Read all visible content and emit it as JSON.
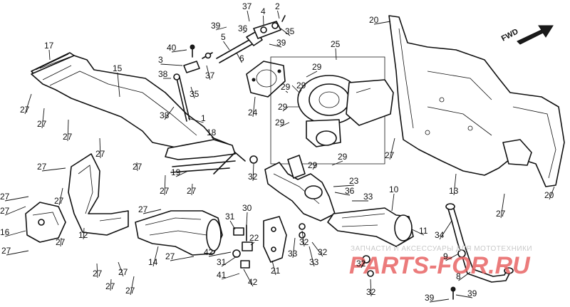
{
  "fwd_label": "FWD",
  "watermark": {
    "line1": "ЗАПЧАСТИ И АКСЕССУАРЫ ДЛЯ МОТОТЕХНИКИ",
    "line2": "PARTS-FOR.RU",
    "color": "#e86464"
  },
  "callouts": [
    {
      "id": "c37a",
      "text": "37"
    },
    {
      "id": "c4",
      "text": "4"
    },
    {
      "id": "c2",
      "text": "2"
    },
    {
      "id": "c39a",
      "text": "39"
    },
    {
      "id": "c36a",
      "text": "36"
    },
    {
      "id": "c35a",
      "text": "35"
    },
    {
      "id": "c5",
      "text": "5"
    },
    {
      "id": "c39b",
      "text": "39"
    },
    {
      "id": "c6",
      "text": "6"
    },
    {
      "id": "c40",
      "text": "40"
    },
    {
      "id": "c3",
      "text": "3"
    },
    {
      "id": "c37b",
      "text": "37"
    },
    {
      "id": "c38a",
      "text": "38"
    },
    {
      "id": "c35b",
      "text": "35"
    },
    {
      "id": "c38b",
      "text": "38"
    },
    {
      "id": "c1",
      "text": "1"
    },
    {
      "id": "c17",
      "text": "17"
    },
    {
      "id": "c15",
      "text": "15"
    },
    {
      "id": "c27a",
      "text": "27"
    },
    {
      "id": "c27b",
      "text": "27"
    },
    {
      "id": "c27c",
      "text": "27"
    },
    {
      "id": "c27d",
      "text": "27"
    },
    {
      "id": "c27e",
      "text": "27"
    },
    {
      "id": "c27f",
      "text": "27"
    },
    {
      "id": "c27g",
      "text": "27"
    },
    {
      "id": "c27h",
      "text": "27"
    },
    {
      "id": "c27i",
      "text": "27"
    },
    {
      "id": "c27j",
      "text": "27"
    },
    {
      "id": "c27k",
      "text": "27"
    },
    {
      "id": "c27l",
      "text": "27"
    },
    {
      "id": "c27m",
      "text": "27"
    },
    {
      "id": "c27n",
      "text": "27"
    },
    {
      "id": "c27o",
      "text": "27"
    },
    {
      "id": "c27p",
      "text": "27"
    },
    {
      "id": "c27q",
      "text": "27"
    },
    {
      "id": "c27r",
      "text": "27"
    },
    {
      "id": "c27s",
      "text": "27"
    },
    {
      "id": "c27t",
      "text": "27"
    },
    {
      "id": "c27u",
      "text": "27"
    },
    {
      "id": "c18",
      "text": "18"
    },
    {
      "id": "c19",
      "text": "19"
    },
    {
      "id": "c16",
      "text": "16"
    },
    {
      "id": "c12",
      "text": "12"
    },
    {
      "id": "c14",
      "text": "14"
    },
    {
      "id": "c25",
      "text": "25"
    },
    {
      "id": "c24",
      "text": "24"
    },
    {
      "id": "c29a",
      "text": "29"
    },
    {
      "id": "c29b",
      "text": "29"
    },
    {
      "id": "c29c",
      "text": "29"
    },
    {
      "id": "c29d",
      "text": "29"
    },
    {
      "id": "c29e",
      "text": "29"
    },
    {
      "id": "c29f",
      "text": "29"
    },
    {
      "id": "c29g",
      "text": "29"
    },
    {
      "id": "c23",
      "text": "23"
    },
    {
      "id": "c36b",
      "text": "36"
    },
    {
      "id": "c33a",
      "text": "33"
    },
    {
      "id": "c33b",
      "text": "33"
    },
    {
      "id": "c33c",
      "text": "33"
    },
    {
      "id": "c32a",
      "text": "32"
    },
    {
      "id": "c32b",
      "text": "32"
    },
    {
      "id": "c32c",
      "text": "32"
    },
    {
      "id": "c32d",
      "text": "32"
    },
    {
      "id": "c32e",
      "text": "32"
    },
    {
      "id": "c31a",
      "text": "31"
    },
    {
      "id": "c31b",
      "text": "31"
    },
    {
      "id": "c30",
      "text": "30"
    },
    {
      "id": "c22",
      "text": "22"
    },
    {
      "id": "c42a",
      "text": "42"
    },
    {
      "id": "c42b",
      "text": "42"
    },
    {
      "id": "c41",
      "text": "41"
    },
    {
      "id": "c21",
      "text": "21"
    },
    {
      "id": "c10",
      "text": "10"
    },
    {
      "id": "c11",
      "text": "11"
    },
    {
      "id": "c34",
      "text": "34"
    },
    {
      "id": "c9",
      "text": "9"
    },
    {
      "id": "c8",
      "text": "8"
    },
    {
      "id": "c39c",
      "text": "39"
    },
    {
      "id": "c39d",
      "text": "39"
    },
    {
      "id": "c20a",
      "text": "20"
    },
    {
      "id": "c20b",
      "text": "20"
    },
    {
      "id": "c13",
      "text": "13"
    }
  ]
}
